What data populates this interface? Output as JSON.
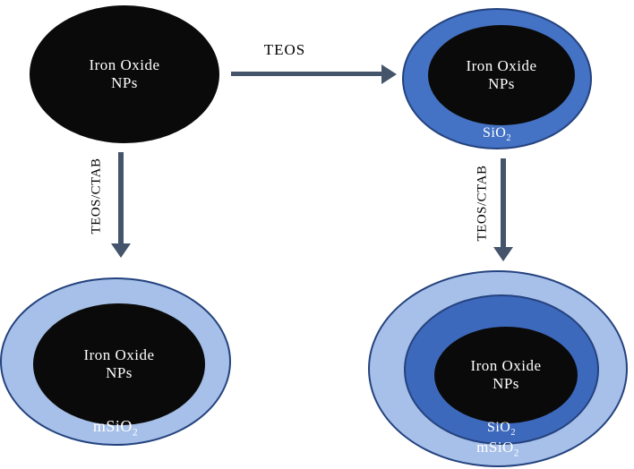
{
  "colors": {
    "background": "#ffffff",
    "core_black": "#0a0a0a",
    "silica_blue": "#4472C4",
    "silica_blue_dark": "#3D69BD",
    "meso_light_blue": "#A6C0E9",
    "ellipse_border": "#24427E",
    "arrow": "#44546A",
    "label_text": "#000000",
    "shape_text": "#ffffff"
  },
  "nodes": {
    "top_left": {
      "core_label": "Iron Oxide\nNPs"
    },
    "top_right": {
      "core_label": "Iron Oxide\nNPs",
      "shell_base": "SiO",
      "shell_sub": "2"
    },
    "bottom_left": {
      "core_label": "Iron Oxide\nNPs",
      "shell_base": "mSiO",
      "shell_sub": "2"
    },
    "bottom_right": {
      "core_label": "Iron Oxide\nNPs",
      "inner_shell_base": "SiO",
      "inner_shell_sub": "2",
      "outer_shell_base": "mSiO",
      "outer_shell_sub": "2"
    }
  },
  "arrows": {
    "teos": {
      "label": "TEOS"
    },
    "teos_ctab_left": {
      "label": "TEOS/CTAB"
    },
    "teos_ctab_right": {
      "label": "TEOS/CTAB"
    }
  }
}
